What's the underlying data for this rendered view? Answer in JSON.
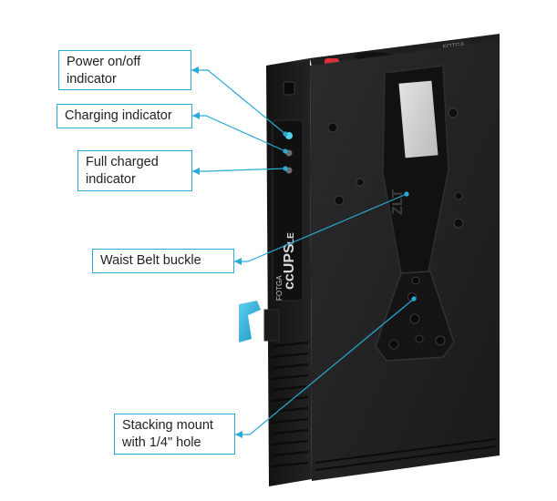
{
  "callouts": {
    "power_indicator": "Power on/off indicator",
    "power_line1": "Power on/off",
    "power_line2": "indicator",
    "charging_indicator": "Charging indicator",
    "full_line1": "Full charged",
    "full_line2": "indicator",
    "waist_belt_buckle": "Waist Belt buckle",
    "stack_line1": "Stacking mount",
    "stack_line2": "with 1/4\" hole"
  },
  "device_markings": {
    "brand": "FOTGA",
    "model": "ccUPS",
    "model_suffix": "LE",
    "buckle_logo": "ZLT"
  },
  "colors": {
    "callout_border": "#2aa9d6",
    "leader_line": "#2aa9d6",
    "device_body": "#1c1c1d",
    "led": "#4fd3e6",
    "power_button": "#d9323a",
    "latch": "#2ab3e0",
    "label_plate": "#cfd1d2"
  }
}
